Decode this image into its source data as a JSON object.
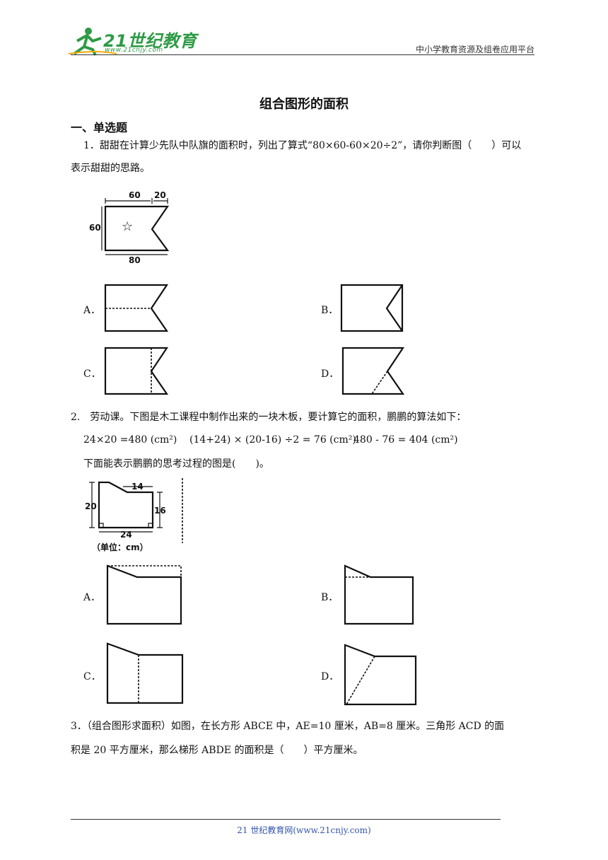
{
  "header": {
    "logo_text": "21世纪教育",
    "logo_url": "www.21cnjy.com",
    "right_text": "中小学教育资源及组卷应用平台"
  },
  "title": "组合图形的面积",
  "section": "一、单选题",
  "q1": {
    "line1": "1．甜甜在计算少先队中队旗的面积时，列出了算式“80×60-60×20÷2”，请你判断图（　　）可以",
    "line2": "表示甜甜的思路。",
    "fig": {
      "top": "60",
      "notch": "20",
      "side": "60",
      "bottom": "80"
    },
    "options": [
      "A．",
      "B．",
      "C．",
      "D．"
    ]
  },
  "q2": {
    "line1": "2.　劳动课。下图是木工课程中制作出来的一块木板，要计算它的面积，鹏鹏的算法如下：",
    "calc1": "24×20 =480 (cm²)",
    "calc2": "(14+24) × (20-16) ÷2 = 76 (cm²)",
    "calc3": "480 - 76 = 404 (cm²)",
    "line3": "下面能表示鹏鹏的思考过程的图是(　　)。",
    "fig": {
      "top": "14",
      "left": "20",
      "right": "16",
      "bottom": "24",
      "unit": "（单位：cm）"
    },
    "options": [
      "A．",
      "B．",
      "C．",
      "D．"
    ]
  },
  "q3": {
    "line1": "3．（组合图形求面积）如图，在长方形 ABCE 中，AE=10 厘米，AB=8 厘米。三角形 ACD 的面",
    "line2": "积是 20 平方厘米，那么梯形 ABDE 的面积是（　　）平方厘米。"
  },
  "footer": "21 世纪教育网(www.21cnjy.com)"
}
